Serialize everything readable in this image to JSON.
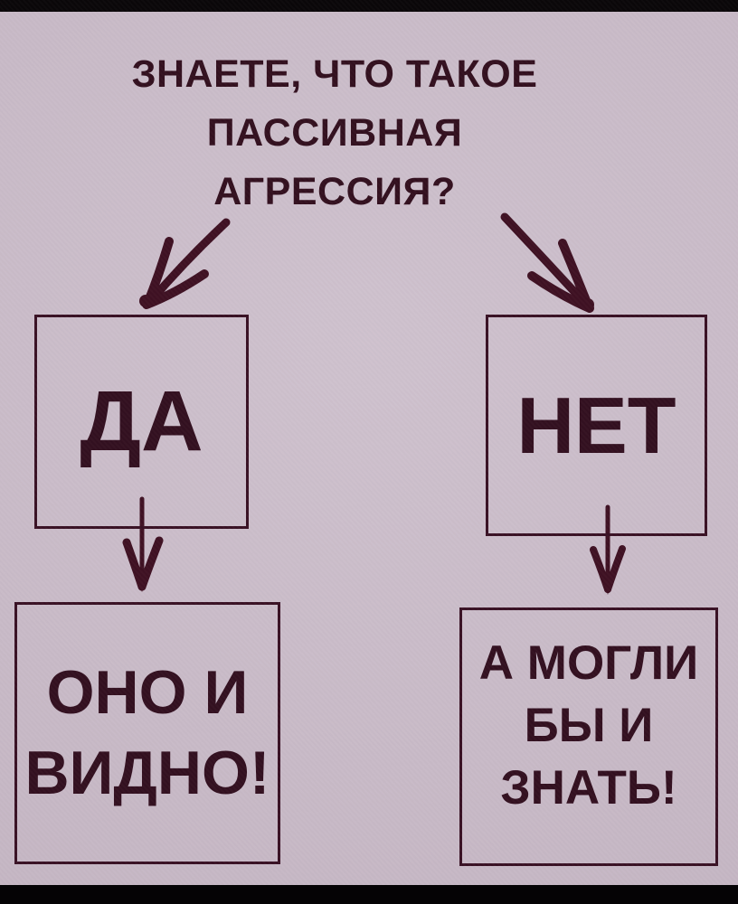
{
  "page": {
    "background_color": "#cbbdca",
    "ink_color": "#33101f",
    "border_color": "#391124",
    "letterbox_color": "#0a0709"
  },
  "flowchart": {
    "question": {
      "lines": [
        "ЗНАЕТЕ, ЧТО ТАКОЕ",
        "ПАССИВНАЯ",
        "АГРЕССИЯ?"
      ]
    },
    "yes_branch": {
      "answer": "ДА",
      "result_lines": [
        "ОНО И",
        "ВИДНО!"
      ]
    },
    "no_branch": {
      "answer": "НЕТ",
      "result_lines": [
        "А МОГЛИ",
        "БЫ И",
        "ЗНАТЬ!"
      ]
    },
    "icons": {
      "to_yes": "arrow-down-left-icon",
      "to_no": "arrow-down-right-icon",
      "yes_to_result": "arrow-down-icon",
      "no_to_result": "arrow-down-icon"
    }
  }
}
